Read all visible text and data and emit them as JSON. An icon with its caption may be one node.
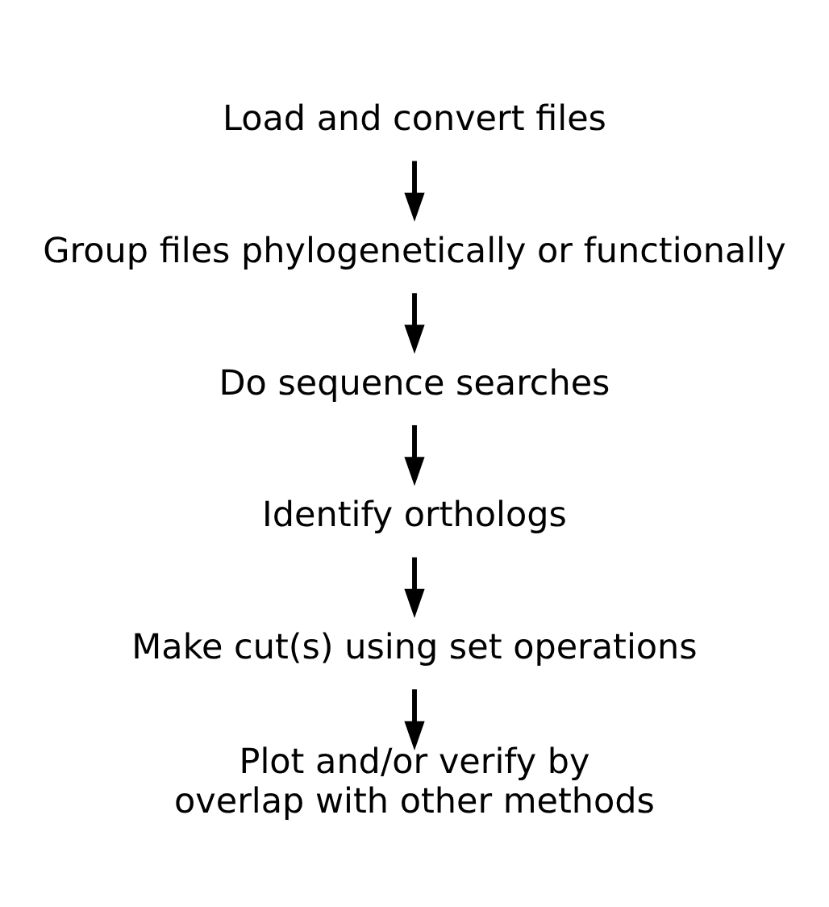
{
  "diagram": {
    "nodes": [
      {
        "text": [
          "Load and convert files"
        ]
      },
      {
        "text": [
          "Group files phylogenetically or functionally"
        ]
      },
      {
        "text": [
          "Do sequence searches"
        ]
      },
      {
        "text": [
          "Identify orthologs"
        ]
      },
      {
        "text": [
          "Make cut(s) using set operations"
        ]
      },
      {
        "text": [
          "Plot and/or verify by overlap with other methods"
        ]
      }
    ],
    "edges": [
      {
        "from": 0,
        "to": 1,
        "arrow": "to"
      },
      {
        "from": 1,
        "to": 2,
        "arrow": "to"
      },
      {
        "from": 2,
        "to": 3,
        "arrow": "to"
      },
      {
        "from": 3,
        "to": 4,
        "arrow": "to"
      },
      {
        "from": 4,
        "to": 5,
        "arrow": "to"
      }
    ]
  }
}
